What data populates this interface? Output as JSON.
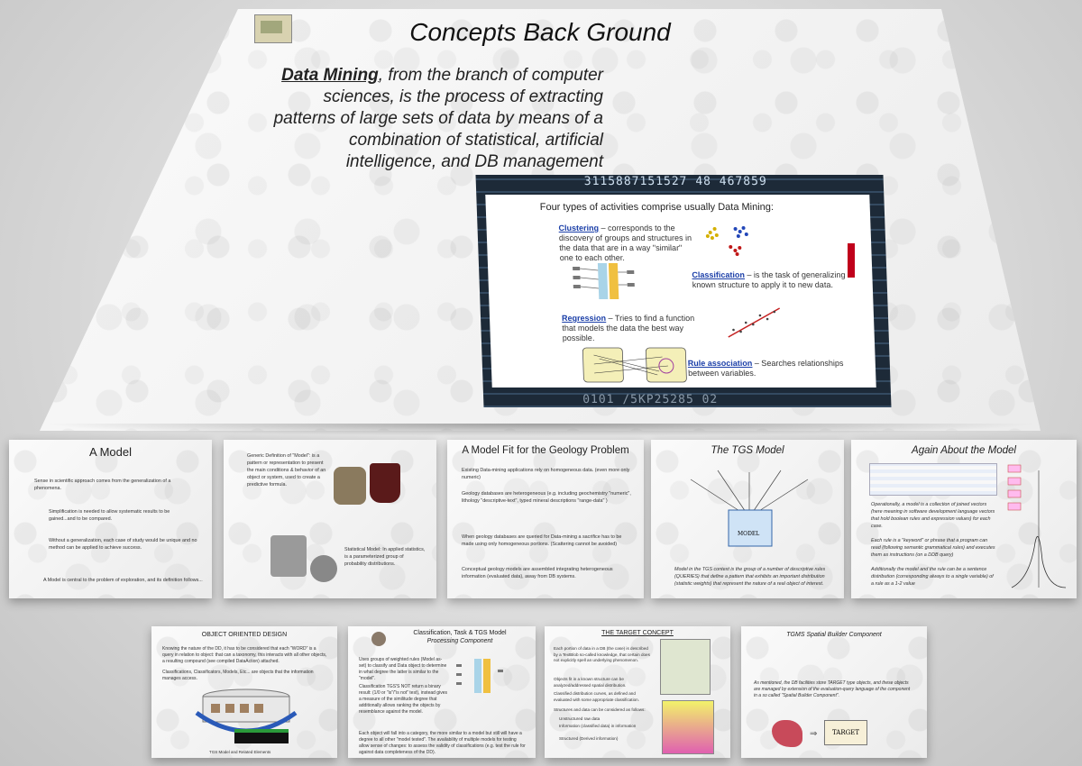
{
  "main_slide": {
    "title": "Concepts Back Ground",
    "intro_term": "Data Mining",
    "intro_rest": ", from the branch of computer sciences, is the process of extracting patterns of large sets of data by means of a combination of statistical, artificial intelligence, and DB management",
    "number_strip_top": "3115887151527 48  467859",
    "number_strip_bottom": "0101 /5KP25285 02",
    "panel": {
      "heading": "Four types of activities comprise usually Data Mining:",
      "clustering_term": "Clustering",
      "clustering_text": " – corresponds to the discovery of groups and structures in the data that are in a way \"similar\" one to each other.",
      "classification_term": "Classification",
      "classification_text": " – is the task of generalizing a known structure to apply it to new data.",
      "regression_term": "Regression",
      "regression_text": " – Tries to find a function that models the data the best way possible.",
      "rule_term": "Rule association",
      "rule_text": " – Searches relationships between variables."
    }
  },
  "row1": [
    {
      "title": "A Model",
      "b1": "Sense in scientific approach comes from the generalization of a phenomena.",
      "b2": "Simplification is needed to allow systematic results to be gained...and to be compared.",
      "b3": "Without a generalization, each case of study would be unique and no method can be applied to achieve success.",
      "b4": "A Model is central to the problem of exploration, and its definition follows..."
    },
    {
      "title": "",
      "t1": "Generic Definition of \"Model\": is a pattern or representation to present the main conditions & behavior of an object or system, used to create a predictive formula.",
      "t2": "Statistical Model: In applied statistics, is a parameterized group of probability distributions."
    },
    {
      "title": "A Model Fit for the Geology Problem",
      "b1": "Existing Data-mining applications rely on homogeneous data. (even more only numeric)",
      "b2": "Geology databases are heterogeneous (e.g. including geochemistry \"numeric\", lithology \"descriptive-text\", typed mineral descriptions \"range-data\" )",
      "b3": "When geology databases are queried for Data-mining a sacrifice has to be made using only homogeneous portions. (Scattering cannot be avoided)",
      "b4": "Conceptual geology models are assembled integrating heterogeneous information (evaluated data), away from DB systems."
    },
    {
      "title": "The TGS Model",
      "label": "MODEL",
      "text": "Model in the TGS context is the group of a number of descriptive rules (QUERIES) that define a pattern that exhibits an important distribution (statistic weights) that represent the nature of a real object of interest."
    },
    {
      "title": "Again About the Model",
      "t1": "Operationally, a model is a collection of joined vectors (here meaning in software development language vectors that hold boolean rules and expression values) for each case.",
      "t2": "Each rule is a \"keyword\" or phrase that a program can read (following semantic grammatical rules) and executes them as instructions (on a DDB query)",
      "t3": "Additionally the model and the rule can be a sentence distribution (corresponding always to a single variable) of a rule as a 1-2 value"
    }
  ],
  "row2": [
    {
      "title": "OBJECT ORIENTED DESIGN",
      "t1": "Knowing the nature of the DD, it has to be considered that each \"WORD\" is a query in relation to object: that can a taxonomy, this interacts with all other objects, a resulting compound (see compiled DataAction) attached.",
      "t2": "Classifications, Classificators, Models, Etc... are objects that the information manages access.",
      "caption": "TGS Model and Related Elements"
    },
    {
      "title": "Classification, Task & TGS Model",
      "subtitle": "Processing Component",
      "t1": "Uses groups of weighted rules (Model as-set) to classify and Data object to determine in what degree the latter is similar to the \"model\".",
      "t2": "Classification TGS'S NOT return a binary result: (1/0 or \"is\"/\"is not\" test), instead gives a measure of the similitude degree that additionally allows ranking the objects by resemblance against the model.",
      "t3": "Each object will fall into a category, the more similar to a model but still will have a degree to all other \"model tested\". The availability of multiple models for testing allow sense of changes: to assess the validity of classifications (e.g. test the rule for against data completeness of the DD)."
    },
    {
      "title": "THE TARGET CONCEPT",
      "t1": "Each portion of data in a DB (the case) is described by a TextBlob so-called knowledge, that certain does not explicitly spell an underlying phenomenon.",
      "t2": "Objects fit in a known structure can be analyzed/addressed spatial distribution.",
      "t3": "Classified distribution curves, as defined and evaluated with some appropriate classification.",
      "t4": "Structures and data can be considered as follows:",
      "l1": "Unstructured raw data",
      "l2": "Information (classified data) in information",
      "l3": "Structured (Derived information)"
    },
    {
      "title": "TGMS Spatial Builder Component",
      "t1": "As mentioned, the DB facilities store TARGET type objects, and these objects are managed by extension of the evaluation-query language of the component in a so called \"Spatial Builder Component\".",
      "target": "TARGET"
    }
  ]
}
